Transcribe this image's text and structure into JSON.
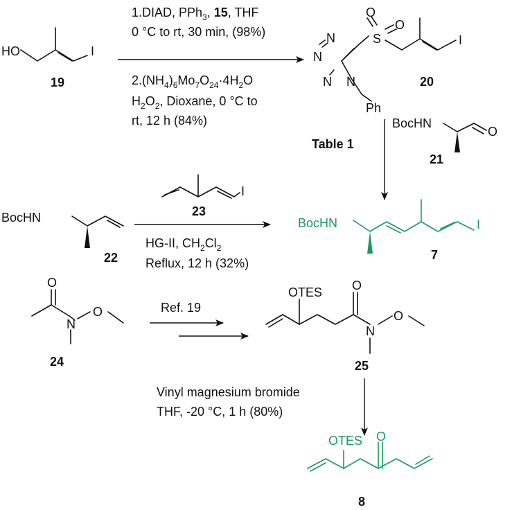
{
  "colors": {
    "product": "#1a9a5c",
    "ink": "#111111"
  },
  "compounds": {
    "c19": {
      "number": "19",
      "oh": "HO",
      "iodine": "I"
    },
    "c20": {
      "number": "20",
      "s": "S",
      "o_top": "O",
      "o_right": "O",
      "n1": "N",
      "n2": "N",
      "n3": "N",
      "n4": "N",
      "ph": "Ph",
      "iodine": "I"
    },
    "c21": {
      "number": "21",
      "bochn": "BocHN",
      "o": "O"
    },
    "c22": {
      "number": "22",
      "bochn": "BocHN"
    },
    "c23": {
      "number": "23",
      "iodine": "I"
    },
    "c7": {
      "number": "7",
      "bochn": "BocHN",
      "iodine": "I"
    },
    "c24": {
      "number": "24",
      "o_carbonyl": "O",
      "n": "N",
      "o_methoxy": "O"
    },
    "c25": {
      "number": "25",
      "otes": "OTES",
      "o_carbonyl": "O",
      "n": "N",
      "o_methoxy": "O"
    },
    "c8": {
      "number": "8",
      "otes": "OTES",
      "o_carbonyl": "O"
    }
  },
  "conditions": {
    "step1": {
      "line1_a": "1.DIAD, PPh",
      "line1_sub": "3",
      "line1_b": ", ",
      "line1_bold": "15",
      "line1_c": ", THF",
      "line2": "0 °C to rt, 30 min, (98%)",
      "line3_a": "2.(NH",
      "line3_sub1": "4",
      "line3_b": ")",
      "line3_sub2": "6",
      "line3_c": "Mo",
      "line3_sub3": "7",
      "line3_d": "O",
      "line3_sub4": "24",
      "line3_e": "·4H",
      "line3_sub5": "2",
      "line3_f": "O",
      "line4_a": "H",
      "line4_sub1": "2",
      "line4_b": "O",
      "line4_sub2": "2",
      "line4_c": ", Dioxane, 0 °C to",
      "line5": "rt, 12 h (84%)"
    },
    "step2": {
      "label": "Table 1"
    },
    "step3": {
      "line1_a": "HG-II, CH",
      "line1_sub1": "2",
      "line1_b": "Cl",
      "line1_sub2": "2",
      "line2": "Reflux, 12 h (32%)"
    },
    "step4": {
      "label": "Ref. 19"
    },
    "step5": {
      "line1": "Vinyl magnesium bromide",
      "line2": "THF, -20 °C, 1 h (80%)"
    }
  }
}
